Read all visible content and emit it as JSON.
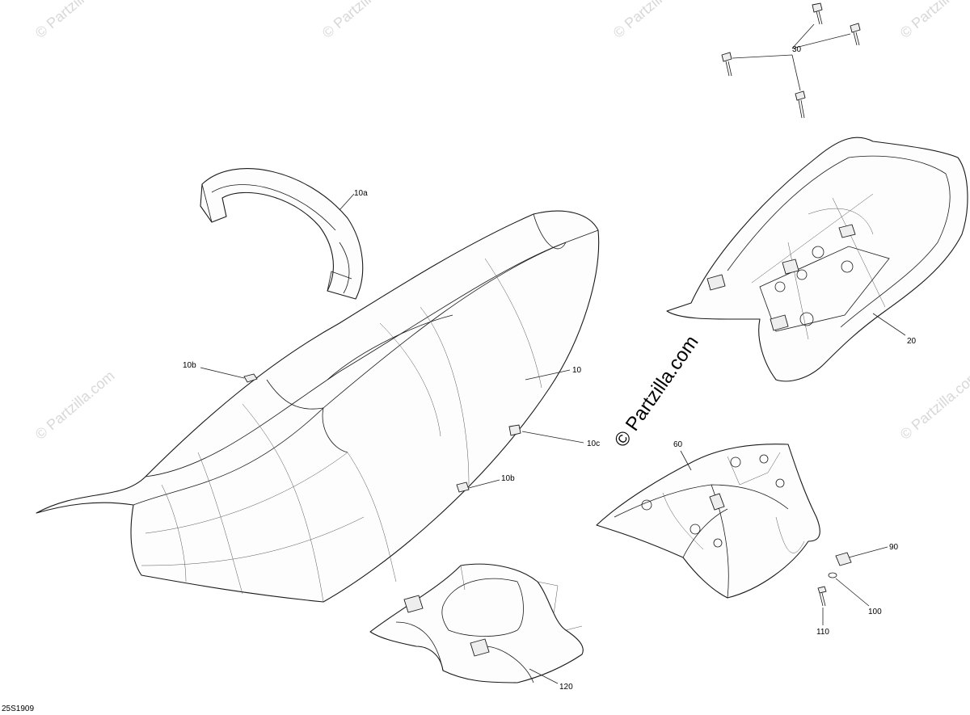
{
  "diagram": {
    "drawing_code": "25S1909",
    "watermark": "© Partzilla.com",
    "callouts": {
      "c10": "10",
      "c10a": "10a",
      "c10b_top": "10b",
      "c10b_bottom": "10b",
      "c10c": "10c",
      "c20": "20",
      "c30": "30",
      "c60": "60",
      "c90": "90",
      "c100": "100",
      "c110": "110",
      "c120": "120"
    }
  }
}
